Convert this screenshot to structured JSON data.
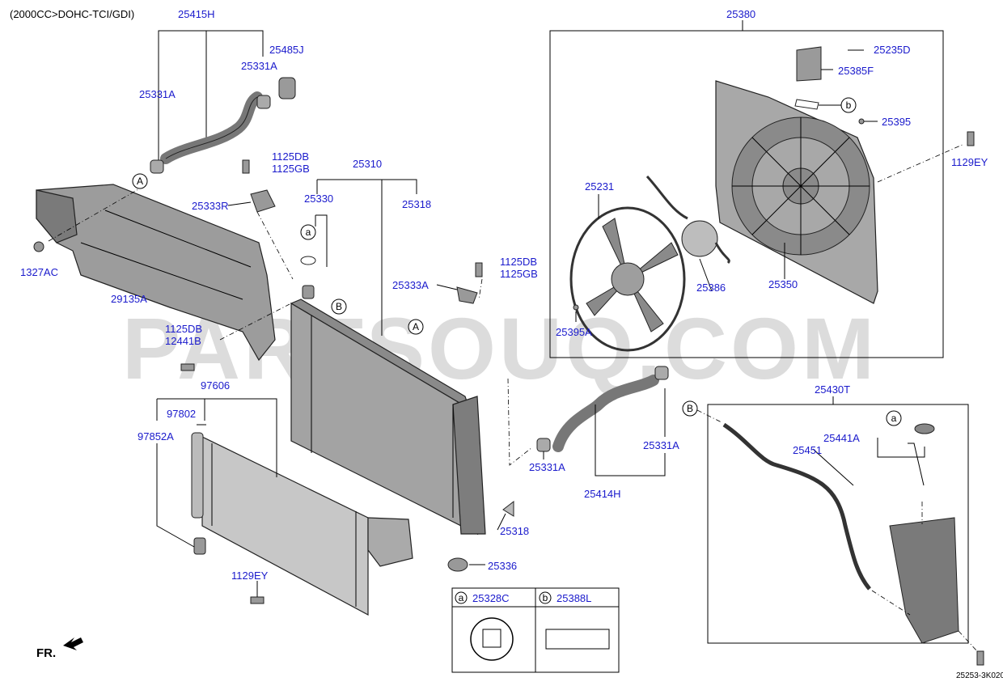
{
  "header": {
    "engine_spec": "(2000CC>DOHC-TCI/GDI)"
  },
  "watermark": "PARTSOUQ.COM",
  "footer": {
    "front_label": "FR.",
    "drawing_code": "25253-3K020"
  },
  "colors": {
    "callout_blue": "#1a1acc",
    "part_grey": "#8f8f8f",
    "watermark": "#dcdcdc"
  },
  "legend": {
    "a_marker": "a",
    "a_part": "25328C",
    "b_marker": "b",
    "b_part": "25388L"
  },
  "markers": {
    "A": "A",
    "B": "B",
    "a": "a",
    "b": "b"
  },
  "callouts": {
    "p25415H": "25415H",
    "p25485J": "25485J",
    "p25331A_1": "25331A",
    "p25331A_2": "25331A",
    "p1125DB_1": "1125DB",
    "p1125GB_1": "1125GB",
    "p25333R": "25333R",
    "p1327AC": "1327AC",
    "p29135A": "29135A",
    "p1125DB_2": "1125DB",
    "p12441B": "12441B",
    "p25310": "25310",
    "p25330": "25330",
    "p25318_1": "25318",
    "p1125DB_3": "1125DB",
    "p1125GB_3": "1125GB",
    "p25333A": "25333A",
    "p97606": "97606",
    "p97802": "97802",
    "p97852A": "97852A",
    "p1129EY_1": "1129EY",
    "p25318_2": "25318",
    "p25336": "25336",
    "p25380": "25380",
    "p25235D": "25235D",
    "p25385F": "25385F",
    "p25395": "25395",
    "p1129EY_2": "1129EY",
    "p25231": "25231",
    "p25386": "25386",
    "p25350": "25350",
    "p25395A": "25395A",
    "p25430T": "25430T",
    "p25441A": "25441A",
    "p25451": "25451",
    "p25331A_3": "25331A",
    "p25331A_4": "25331A",
    "p25414H": "25414H"
  }
}
